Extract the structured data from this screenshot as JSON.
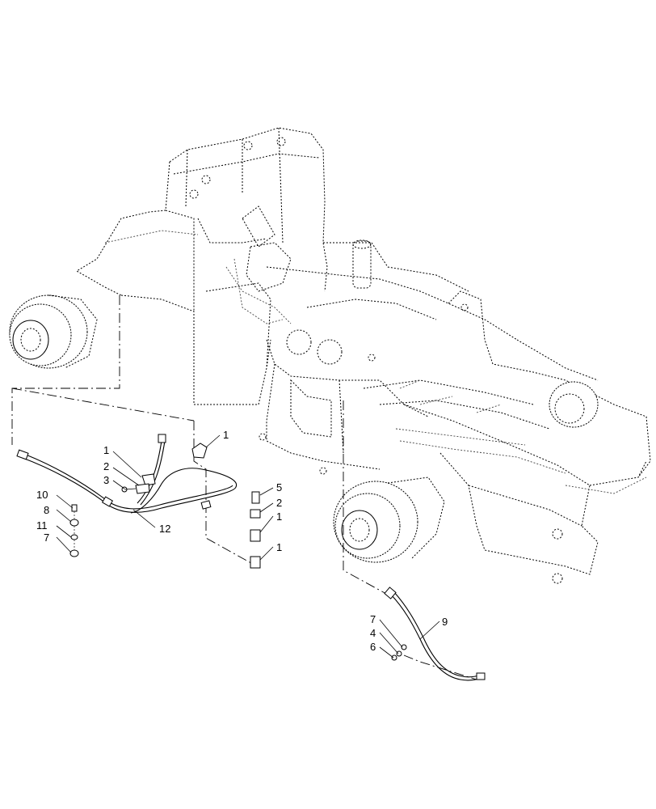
{
  "callouts": [
    {
      "id": "c1a",
      "text": "1"
    },
    {
      "id": "c1b",
      "text": "1"
    },
    {
      "id": "c2a",
      "text": "2"
    },
    {
      "id": "c3",
      "text": "3"
    },
    {
      "id": "c10",
      "text": "10"
    },
    {
      "id": "c8",
      "text": "8"
    },
    {
      "id": "c11",
      "text": "11"
    },
    {
      "id": "c7a",
      "text": "7"
    },
    {
      "id": "c12",
      "text": "12"
    },
    {
      "id": "c5",
      "text": "5"
    },
    {
      "id": "c2b",
      "text": "2"
    },
    {
      "id": "c1c",
      "text": "1"
    },
    {
      "id": "c1d",
      "text": "1"
    },
    {
      "id": "c9",
      "text": "9"
    },
    {
      "id": "c7b",
      "text": "7"
    },
    {
      "id": "c4",
      "text": "4"
    },
    {
      "id": "c6",
      "text": "6"
    }
  ]
}
